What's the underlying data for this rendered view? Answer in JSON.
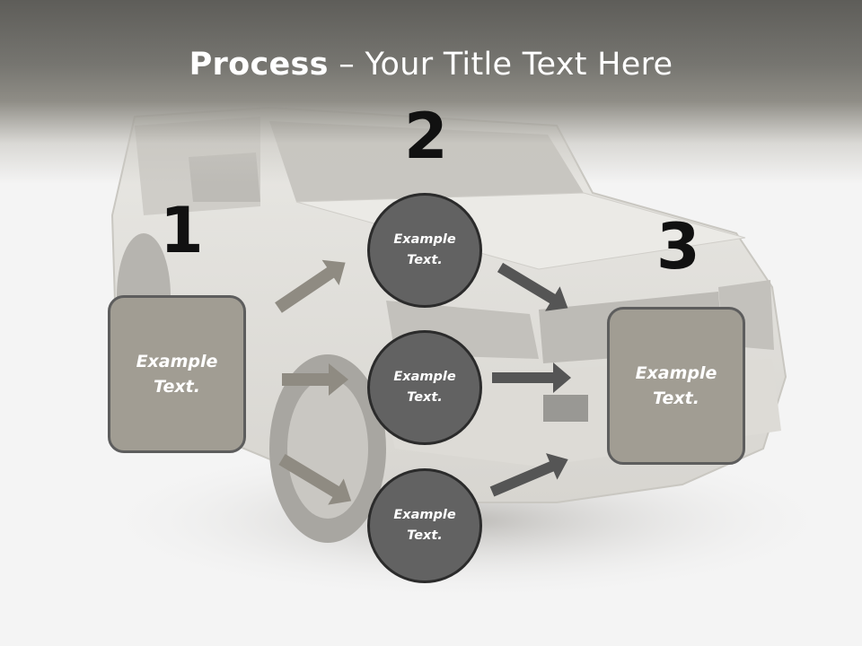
{
  "title": {
    "bold": "Process",
    "rest": " – Your Title Text Here"
  },
  "steps": {
    "one": "1",
    "two": "2",
    "three": "3"
  },
  "left_box": {
    "line1": "Example",
    "line2": "Text."
  },
  "circles": [
    {
      "line1": "Example",
      "line2": "Text."
    },
    {
      "line1": "Example",
      "line2": "Text."
    },
    {
      "line1": "Example",
      "line2": "Text."
    }
  ],
  "right_box": {
    "line1": "Example",
    "line2": "Text."
  },
  "colors": {
    "box_fill": "#a19d93",
    "circle_fill": "#626262",
    "arrow_light": "#8f8b82",
    "arrow_dark": "#555555"
  }
}
